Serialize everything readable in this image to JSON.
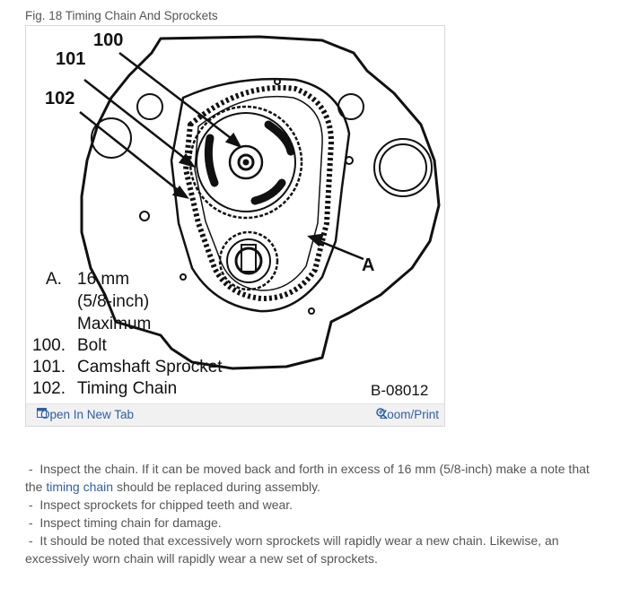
{
  "figure": {
    "title": "Fig. 18 Timing Chain And Sprockets",
    "callouts": {
      "c100": "100",
      "c101": "101",
      "c102": "102",
      "cA": "A"
    },
    "legend": {
      "a_label": "A.",
      "a_line1": "16 mm",
      "a_line2": "(5/8-inch)",
      "a_line3": "Maximum",
      "items": [
        {
          "num": "100.",
          "text": "Bolt"
        },
        {
          "num": "101.",
          "text": "Camshaft Sprocket"
        },
        {
          "num": "102.",
          "text": "Timing Chain"
        }
      ]
    },
    "code": "B-08012",
    "open_tab": "Open In New Tab",
    "zoom_print": "Zoom/Print"
  },
  "body": {
    "bullet": "-",
    "p1_before": "Inspect the chain. If it can be moved back and forth in excess of 16 mm (5/8-inch) make a note that the",
    "p1_link": "timing chain",
    "p1_after": "should be replaced during assembly.",
    "p2": "Inspect sprockets for chipped teeth and wear.",
    "p3": "Inspect timing chain for damage.",
    "p4": "It should be noted that excessively worn sprockets will rapidly wear a new chain. Likewise, an excessively worn chain will rapidly wear a new set of sprockets."
  },
  "colors": {
    "link": "#2f5fa6",
    "text": "#555555",
    "bar": "#f1f1f1"
  }
}
